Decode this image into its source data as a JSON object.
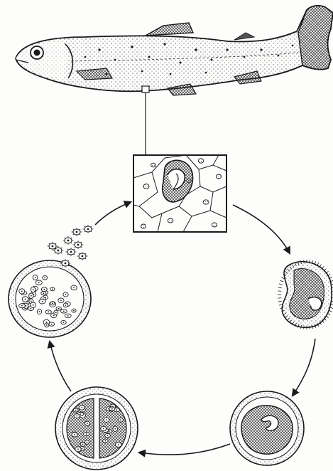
{
  "figure": {
    "kind": "life-cycle illustration",
    "host": "fish",
    "stages": [
      {
        "id": "trophont-in-skin",
        "label": ""
      },
      {
        "id": "detached-trophont",
        "label": ""
      },
      {
        "id": "encysted-tomont",
        "label": ""
      },
      {
        "id": "dividing-tomont",
        "label": ""
      },
      {
        "id": "mature-cyst-with-tomites",
        "label": ""
      },
      {
        "id": "free-swimming-theronts",
        "label": ""
      }
    ],
    "cycle_direction": "clockwise",
    "colors": {
      "ink": "#1a1a1a",
      "paper": "#fdfdfc"
    }
  }
}
